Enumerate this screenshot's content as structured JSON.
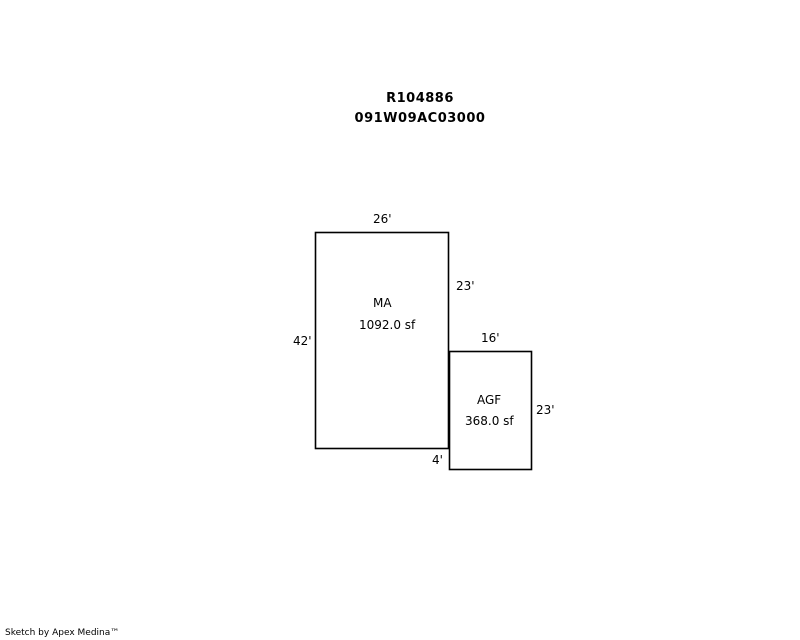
{
  "header": {
    "record_id": "R104886",
    "parcel_id": "091W09AC03000"
  },
  "areas": [
    {
      "code": "MA",
      "area": "1092.0 sf"
    },
    {
      "code": "AGF",
      "area": "368.0 sf"
    }
  ],
  "dimensions": {
    "ma_top": "26'",
    "ma_left": "42'",
    "ma_right": "23'",
    "offset": "4'",
    "agf_top": "16'",
    "agf_right": "23'"
  },
  "footer": {
    "credit": "Sketch by Apex Medina™"
  }
}
